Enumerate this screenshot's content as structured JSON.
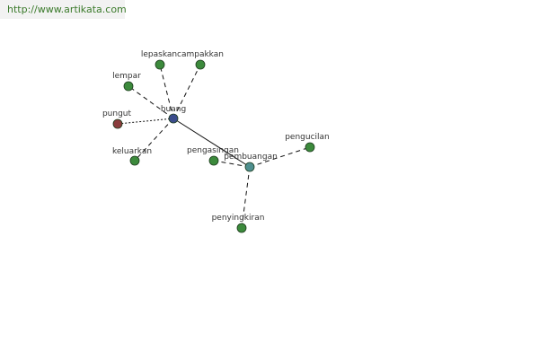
{
  "site_url": "http://www.artikata.com",
  "colors": {
    "node_default": "#3c8a3c",
    "node_root": "#3b4c8c",
    "node_highlight": "#8a3c3c",
    "node_hub": "#4f8f8f",
    "edge": "#111111",
    "label": "#333333"
  },
  "nodes": [
    {
      "id": "buang",
      "label": "buang",
      "kind": "root"
    },
    {
      "id": "lepaskan",
      "label": "lepaskan",
      "kind": "default"
    },
    {
      "id": "campakkan",
      "label": "campakkan",
      "kind": "default"
    },
    {
      "id": "lempar",
      "label": "lempar",
      "kind": "default"
    },
    {
      "id": "pungut",
      "label": "pungut",
      "kind": "highlight"
    },
    {
      "id": "keluarkan",
      "label": "keluarkan",
      "kind": "default"
    },
    {
      "id": "pembuangan",
      "label": "pembuangan",
      "kind": "hub"
    },
    {
      "id": "pengasingan",
      "label": "pengasingan",
      "kind": "default"
    },
    {
      "id": "pengucilan",
      "label": "pengucilan",
      "kind": "default"
    },
    {
      "id": "penyingkiran",
      "label": "penyingkiran",
      "kind": "default"
    }
  ],
  "edges": [
    {
      "from": "buang",
      "to": "lepaskan",
      "style": "dashed"
    },
    {
      "from": "buang",
      "to": "campakkan",
      "style": "dashed"
    },
    {
      "from": "buang",
      "to": "lempar",
      "style": "dashed"
    },
    {
      "from": "buang",
      "to": "pungut",
      "style": "dotted"
    },
    {
      "from": "buang",
      "to": "keluarkan",
      "style": "dashed"
    },
    {
      "from": "buang",
      "to": "pembuangan",
      "style": "solid"
    },
    {
      "from": "pembuangan",
      "to": "pengasingan",
      "style": "dashed"
    },
    {
      "from": "pembuangan",
      "to": "pengucilan",
      "style": "dashed"
    },
    {
      "from": "pembuangan",
      "to": "penyingkiran",
      "style": "dashed"
    }
  ]
}
